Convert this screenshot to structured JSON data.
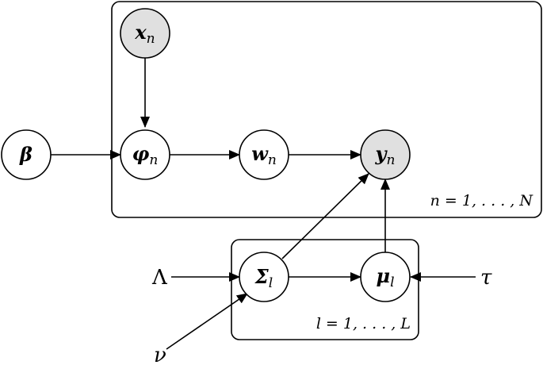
{
  "colors": {
    "observed_fill": "#e0e0e0",
    "latent_fill": "#ffffff",
    "stroke": "#000000"
  },
  "plates": {
    "outer": {
      "label": "n = 1, . . . , N"
    },
    "inner": {
      "label": "l = 1, . . . , L"
    }
  },
  "nodes": {
    "x": {
      "main": "x",
      "sub": "n",
      "observed": true
    },
    "beta": {
      "main": "β",
      "sub": "",
      "observed": false
    },
    "phi": {
      "main": "φ",
      "sub": "n",
      "observed": false
    },
    "w": {
      "main": "w",
      "sub": "n",
      "observed": false
    },
    "y": {
      "main": "y",
      "sub": "n",
      "observed": true
    },
    "sigma": {
      "main": "Σ",
      "sub": "l",
      "observed": false
    },
    "mu": {
      "main": "μ",
      "sub": "l",
      "observed": false
    }
  },
  "free_labels": {
    "Lambda": "Λ",
    "tau": "τ",
    "nu": "ν"
  }
}
